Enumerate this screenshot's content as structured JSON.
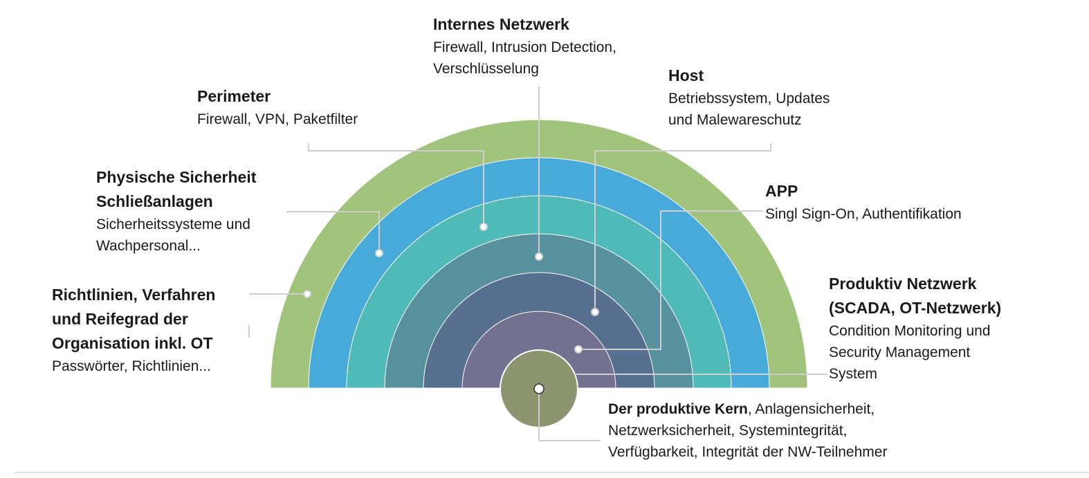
{
  "colors": {
    "ring_outer": "#a2c37b",
    "ring_2": "#47aad8",
    "ring_3": "#4fbab8",
    "ring_4": "#57919e",
    "ring_5": "#58708f",
    "ring_6": "#727290",
    "core": "#8c9470",
    "connector": "#cfcfcf"
  },
  "layers": {
    "internes_netzwerk": {
      "title": "Internes Netzwerk",
      "desc": "Firewall, Intrusion Detection,\nVerschlüsselung"
    },
    "perimeter": {
      "title": "Perimeter",
      "desc": "Firewall, VPN, Paketfilter"
    },
    "host": {
      "title": "Host",
      "desc": "Betriebssystem, Updates\nund Malewareschutz"
    },
    "physische": {
      "title": "Physische Sicherheit\nSchließanlagen",
      "desc": "Sicherheitssysteme und\nWachpersonal..."
    },
    "app": {
      "title": "APP",
      "desc": "Singl Sign-On,  Authentifikation"
    },
    "richtlinien": {
      "title": "Richtlinien, Verfahren\nund Reifegrad der\nOrganisation inkl. OT",
      "desc": "Passwörter, Richtlinien..."
    },
    "produktiv": {
      "title": "Produktiv Netzwerk\n(SCADA, OT-Netzwerk)",
      "desc": "Condition Monitoring und\nSecurity Management\nSystem"
    },
    "kern": {
      "title": "Der produktive Kern",
      "desc": ", Anlagensicherheit,\nNetzwerksicherheit, Systemintegrität,\nVerfügbarkeit, Integrität der NW-Teilnehmer"
    }
  }
}
